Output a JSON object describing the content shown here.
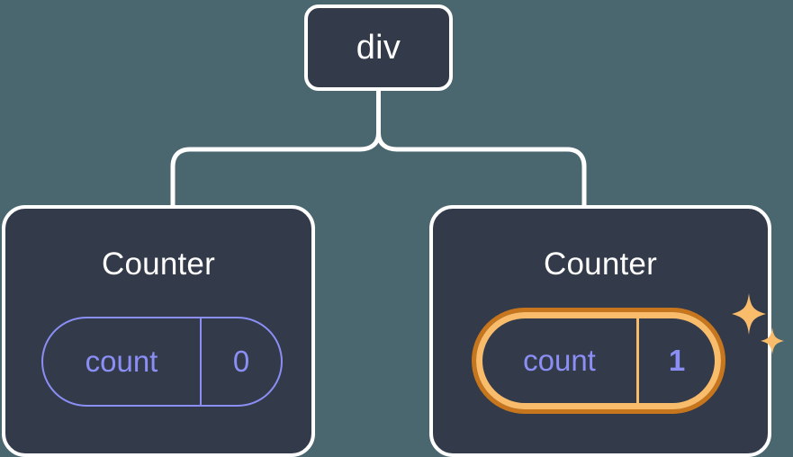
{
  "diagram": {
    "type": "component-tree",
    "background_color": "#4a666e",
    "node_fill_color": "#333b4a",
    "node_border_color": "#ffffff",
    "connector_color": "#ffffff",
    "state_color": "#8b8ff5",
    "highlight_outer_color": "#c8761e",
    "highlight_inner_color": "#f9bc6b",
    "sparkle_color": "#f9bc6b"
  },
  "root": {
    "label": "div"
  },
  "children": [
    {
      "title": "Counter",
      "state": {
        "key": "count",
        "value": "0"
      },
      "highlighted": false
    },
    {
      "title": "Counter",
      "state": {
        "key": "count",
        "value": "1"
      },
      "highlighted": true
    }
  ],
  "icons": {
    "sparkle_large": "sparkle-icon",
    "sparkle_small": "sparkle-icon"
  }
}
